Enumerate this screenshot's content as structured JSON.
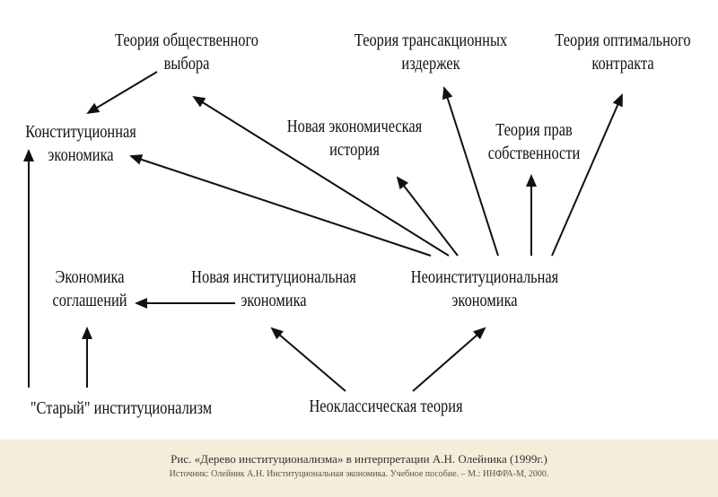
{
  "diagram": {
    "nodes": {
      "public_choice": {
        "line1": "Теория общественного",
        "line2": "выбора"
      },
      "transaction_costs": {
        "line1": "Теория трансакционных",
        "line2": "издержек"
      },
      "optimal_contract": {
        "line1": "Теория оптимального",
        "line2": "контракта"
      },
      "constitutional": {
        "line1": "Конституционная",
        "line2": "экономика"
      },
      "new_econ_history": {
        "line1": "Новая экономическая",
        "line2": "история"
      },
      "property_rights": {
        "line1": "Теория прав",
        "line2": "собственности"
      },
      "conventions": {
        "line1": "Экономика",
        "line2": "соглашений"
      },
      "new_institutional": {
        "line1": "Новая институциональная",
        "line2": "экономика"
      },
      "neoinstitutional": {
        "line1": "Неоинституциональная",
        "line2": "экономика"
      },
      "old_institutionalism": {
        "line1": "\"Старый\" институционализм"
      },
      "neoclassical": {
        "line1": "Неоклассическая теория"
      }
    }
  },
  "caption": {
    "title": "Рис. «Дерево институционализма» в интерпретации А.Н. Олейника (1999г.)",
    "source": "Источник: Олейник А.Н. Институциональная экономика. Учебное пособие. – М.: ИНФРА-М, 2000."
  },
  "colors": {
    "ink": "#111111",
    "caption_band": "#f3edd9"
  }
}
